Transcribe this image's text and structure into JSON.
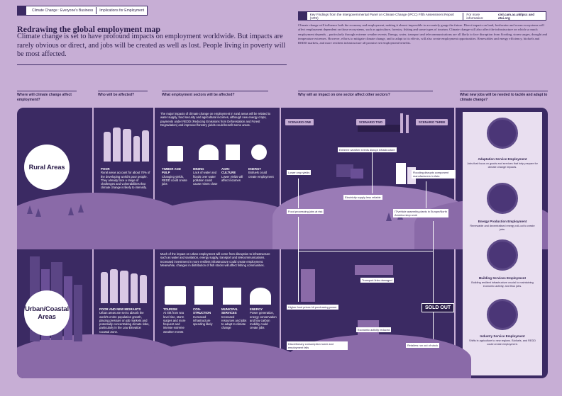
{
  "header": {
    "tab_left": "Climate Change : Everyone's Business",
    "tab_right": "Implications for Employment",
    "topbar_left": "Key Findings from the Intergovernmental Panel on Climate Change (IPCC) Fifth Assessment Report (AR5)",
    "topbar_right_label": "For more information:",
    "topbar_right_links": "cisl.cam.ac.uk/ipcc and etui.org"
  },
  "main": {
    "title": "Redrawing the global employment map",
    "lead": "Climate change is set to have profound impacts on employment worldwide. But impacts are rarely obvious or direct, and jobs will be created as well as lost. People living in poverty will be most affected.",
    "intro": "Climate change will influence both the economy and employment, making it almost impossible to accurately gauge the future. Direct impacts on land, freshwater and ocean ecosystems will affect employment dependent on those ecosystems, such as agriculture, forestry, fishing and some types of tourism. Climate change will also affect the infrastructure on which so much employment depends – particularly through extreme weather events. Energy, water, transport and telecommunications are all likely to face disruption from flooding, storm surges, drought and temperature extremes. However, efforts to mitigate climate change, and to adapt to its effects, will also create employment opportunities. Renewables and energy efficiency, biofuels and REDD markets, and more resilient infrastructure all promise net employment benefits."
  },
  "columns": {
    "where": "Where will climate change affect employment?",
    "who": "Who will be affected?",
    "what": "What employment sectors will be affected?",
    "why": "Why will an impact on one sector affect other sectors?",
    "new": "What new jobs will be needed to tackle and adapt to climate change?"
  },
  "rural": {
    "label": "Rural Areas",
    "poor_title": "POOR",
    "poor_text": "Rural areas account for about 70% of the developing world's poor people. They already face a range of challenges and vulnerabilities that climate change is likely to intensify.",
    "sectors_intro": "The major impacts of climate change on employment in rural areas will be related to water supply, food security and agricultural incomes, although new energy crops, payments under REDD (Reducing Emissions from Deforestation and Forest Degradation) and improved forestry yields could benefit some areas.",
    "timber_title": "TIMBER AND PULP",
    "timber_text": "Changing yields, REDD could create jobs",
    "mining_title": "MINING",
    "mining_text": "Lack of water and floods over water pollution could cause mines close",
    "agri_title": "AGRI-CULTURE",
    "agri_text": "Lower yields will affect incomes",
    "energy_title": "ENERGY",
    "energy_text": "Biofuels could create employment"
  },
  "urban": {
    "label": "Urban/Coastal Areas",
    "poor_title": "POOR AND NEW MIGRANTS",
    "poor_text": "Urban areas are set to absorb the world's entire population growth, placing pressure on job markets and potentially concentrating climate risks, particularly in the Low Elevation Coastal Zone.",
    "sectors_intro": "Much of the impact on urban employment will come from disruption to infrastructure such as water and sanitation, energy supply, transport and telecommunications. Increased investment in more resilient infrastructure could create employment. Meanwhile, changes in distribution of fish stocks will affect fishing communities.",
    "tourism_title": "TOURISM",
    "tourism_text": "At risk from sea level rise, storm surges and more frequent and intense extreme weather events",
    "construction_title": "CON-STRUCTION",
    "construction_text": "Increased infrastructure spending likely",
    "municipal_title": "MUNICIPAL SERVICES",
    "municipal_text": "Increased resources and jobs to adapt to climate change",
    "energy_title": "ENERGY",
    "energy_text": "Power generation, energy conservation and low carbon mobility could create jobs"
  },
  "scenarios": {
    "one": "SCENARIO ONE",
    "two": "SCENARIO TWO",
    "three": "SCENARIO THREE",
    "extreme": "Extreme weather events disrupt infrastructure",
    "lower_crop": "Lower crop yields",
    "flooding": "Flooding disrupts component manufacturers in Asia",
    "electricity": "Electricity supply less reliable",
    "food_processing": "Food processing jobs at risk",
    "it_vehicle": "IT/vehicle assembly plants in Europe/North America stop work",
    "food_prices": "Higher food prices hit purchasing power",
    "transport": "Transport links damaged",
    "activity": "Economic activity reduced",
    "sold_out": "SOLD OUT",
    "discretionary": "Discretionary consumption lower and employment falls",
    "retailers": "Retailers run out of stock"
  },
  "new_jobs": [
    {
      "title": "Adaptation Service Employment",
      "desc": "Jobs that focus on goods and services that help prepare for climate change impacts.",
      "icon": "people-icon"
    },
    {
      "title": "Energy Production Employment",
      "desc": "Renewable and decentralised energy roll-out to create jobs.",
      "icon": "lightning-icon"
    },
    {
      "title": "Building Services Employment",
      "desc": "Building resilient infrastructure crucial to maintaining economic activity, and thus jobs.",
      "icon": "building-icon"
    },
    {
      "title": "Industry Service Employment",
      "desc": "Shifts in agriculture to new regions. Biofuels, and REDD could create employment.",
      "icon": "hexagon-icon"
    }
  ],
  "colors": {
    "background": "#c7aed5",
    "panel": "#3b2a63",
    "accent": "#8a6aa8",
    "light": "#e9dff0"
  }
}
